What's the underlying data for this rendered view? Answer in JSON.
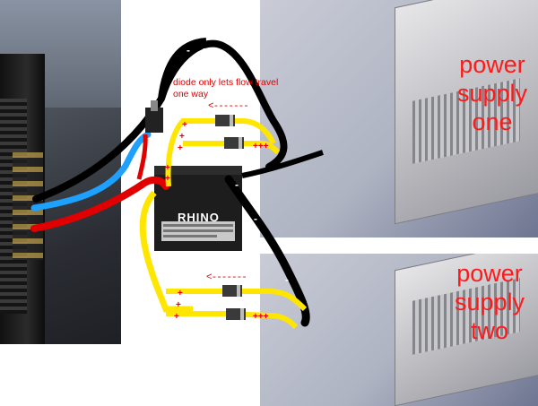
{
  "labels": {
    "power_supply_one": "power supply one",
    "power_supply_two": "power supply two",
    "diode_note": "diode only lets flow travel one way",
    "arrow_top": "<-------",
    "arrow_bottom": "<-------",
    "battery_brand": "RHINO"
  },
  "colors": {
    "annotation_red": "#ff1a1a",
    "wire_black": "#000000",
    "wire_yellow": "#ffe600",
    "wire_blue": "#1ea0ff",
    "wire_red": "#e00000",
    "diode_body": "#3a3a3a"
  },
  "photos": [
    {
      "name": "amplifier-photo"
    },
    {
      "name": "power-supply-one-photo"
    },
    {
      "name": "power-supply-two-photo"
    },
    {
      "name": "battery-photo"
    }
  ],
  "terminal_marks": {
    "plus": "+",
    "plus_three": "+++",
    "minus": "-"
  }
}
